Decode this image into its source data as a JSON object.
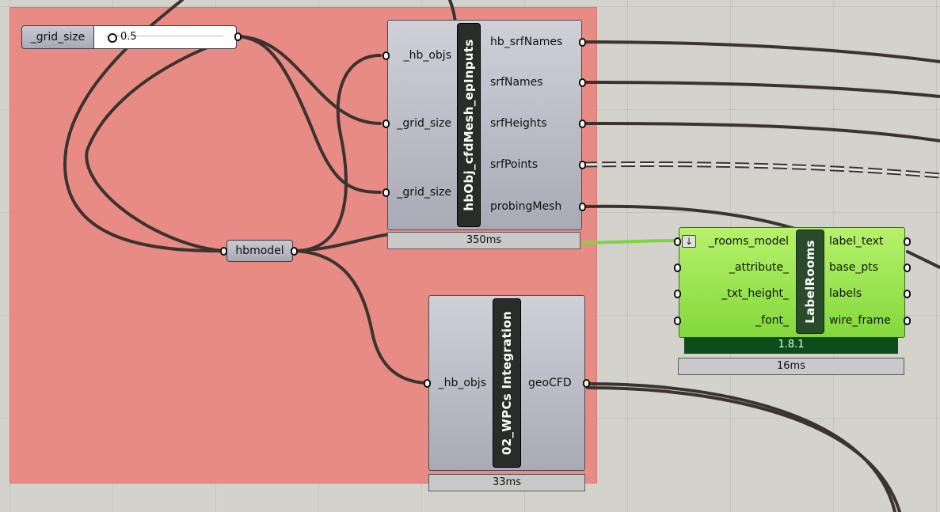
{
  "slider": {
    "name": "_grid_size",
    "value": "0.5"
  },
  "param_hbmodel": {
    "label": "hbmodel"
  },
  "comp_cfdmesh": {
    "nickname": "hbObj_cfdMesh_epInputs",
    "inputs": [
      "_hb_objs",
      "_grid_size",
      "_grid_size"
    ],
    "outputs": [
      "hb_srfNames",
      "srfNames",
      "srfHeights",
      "srfPoints",
      "probingMesh"
    ],
    "timer": "350ms"
  },
  "comp_wpcs": {
    "nickname": "02_WPCs Integration",
    "inputs": [
      "_hb_objs"
    ],
    "outputs": [
      "geoCFD"
    ],
    "timer": "33ms"
  },
  "comp_labelrooms": {
    "nickname": "LabelRooms",
    "inputs": [
      "_rooms_model",
      "_attribute_",
      "_txt_height_",
      "_font_"
    ],
    "outputs": [
      "label_text",
      "base_pts",
      "labels",
      "wire_frame"
    ],
    "version": "1.8.1",
    "timer": "16ms"
  },
  "colors": {
    "group": "#e98b85",
    "canvas": "#d4d2cc",
    "component_grey": "#b6b7c1",
    "component_green": "#8fe04a",
    "wire": "#3b3330",
    "wire_selected": "#7ed63f"
  }
}
